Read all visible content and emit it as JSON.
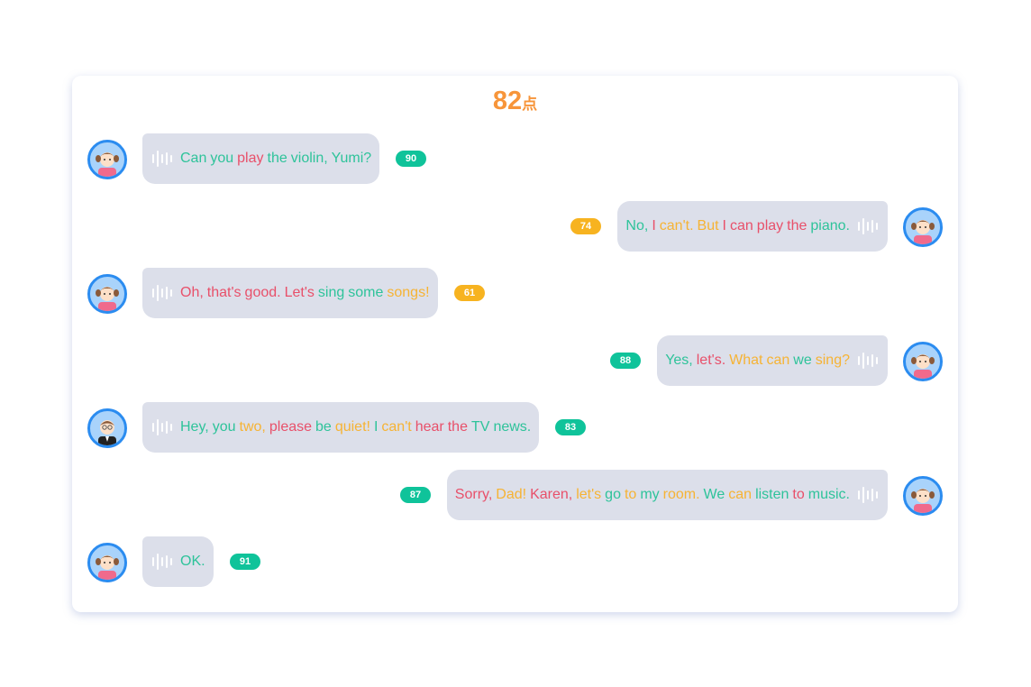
{
  "score": {
    "value": "82",
    "unit": "点"
  },
  "colors": {
    "G": "#2ec39a",
    "R": "#e8506a",
    "O": "#f6b334",
    "badge_green": "#0fc39a",
    "badge_orange": "#f7b320"
  },
  "messages": [
    {
      "side": "left",
      "speaker": "girl",
      "score": "90",
      "badge": "badge_green",
      "words": [
        [
          "Can",
          "G"
        ],
        [
          "you",
          "G"
        ],
        [
          "play",
          "R"
        ],
        [
          "the",
          "G"
        ],
        [
          "violin,",
          "G"
        ],
        [
          "Yumi?",
          "G"
        ]
      ]
    },
    {
      "side": "right",
      "speaker": "girl",
      "score": "74",
      "badge": "badge_orange",
      "words": [
        [
          "No,",
          "G"
        ],
        [
          "I",
          "R"
        ],
        [
          "can't.",
          "O"
        ],
        [
          "But",
          "O"
        ],
        [
          "I",
          "R"
        ],
        [
          "can",
          "R"
        ],
        [
          "play",
          "R"
        ],
        [
          "the",
          "R"
        ],
        [
          "piano.",
          "G"
        ]
      ]
    },
    {
      "side": "left",
      "speaker": "girl",
      "score": "61",
      "badge": "badge_orange",
      "words": [
        [
          "Oh,",
          "R"
        ],
        [
          "that's",
          "R"
        ],
        [
          "good.",
          "R"
        ],
        [
          "Let's",
          "R"
        ],
        [
          "sing",
          "G"
        ],
        [
          "some",
          "G"
        ],
        [
          "songs!",
          "O"
        ]
      ]
    },
    {
      "side": "right",
      "speaker": "girl",
      "score": "88",
      "badge": "badge_green",
      "words": [
        [
          "Yes,",
          "G"
        ],
        [
          "let's.",
          "R"
        ],
        [
          "What",
          "O"
        ],
        [
          "can",
          "O"
        ],
        [
          "we",
          "G"
        ],
        [
          "sing?",
          "O"
        ]
      ]
    },
    {
      "side": "left",
      "speaker": "dad",
      "score": "83",
      "badge": "badge_green",
      "words": [
        [
          "Hey,",
          "G"
        ],
        [
          "you",
          "G"
        ],
        [
          "two,",
          "O"
        ],
        [
          "please",
          "R"
        ],
        [
          "be",
          "G"
        ],
        [
          "quiet!",
          "O"
        ],
        [
          "I",
          "G"
        ],
        [
          "can't",
          "O"
        ],
        [
          "hear",
          "R"
        ],
        [
          "the",
          "R"
        ],
        [
          "TV",
          "G"
        ],
        [
          "news.",
          "G"
        ]
      ]
    },
    {
      "side": "right",
      "speaker": "girl",
      "score": "87",
      "badge": "badge_green",
      "words": [
        [
          "Sorry,",
          "R"
        ],
        [
          "Dad!",
          "O"
        ],
        [
          "Karen,",
          "R"
        ],
        [
          "let's",
          "O"
        ],
        [
          "go",
          "G"
        ],
        [
          "to",
          "O"
        ],
        [
          "my",
          "G"
        ],
        [
          "room.",
          "O"
        ],
        [
          "We",
          "G"
        ],
        [
          "can",
          "O"
        ],
        [
          "listen",
          "G"
        ],
        [
          "to",
          "R"
        ],
        [
          "music.",
          "G"
        ]
      ]
    },
    {
      "side": "left",
      "speaker": "girl",
      "score": "91",
      "badge": "badge_green",
      "words": [
        [
          "OK.",
          "G"
        ]
      ]
    }
  ]
}
